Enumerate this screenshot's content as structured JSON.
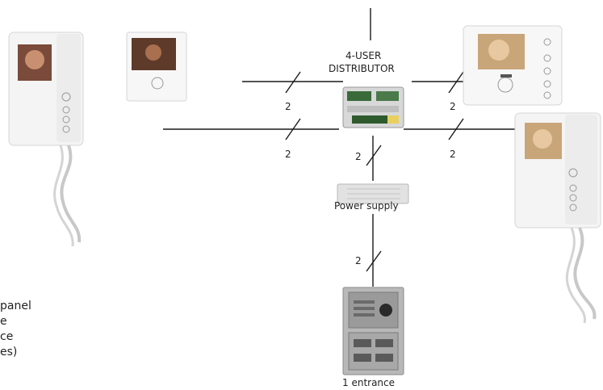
{
  "distributor": {
    "label_line1": "4-USER",
    "label_line2": "DISTRIBUTOR"
  },
  "power_supply": {
    "label": "Power supply"
  },
  "entrance_panel": {
    "label": "1 entrance"
  },
  "wire_counts": {
    "upper_left": "2",
    "lower_left": "2",
    "upper_right": "2",
    "lower_right": "2",
    "distributor_to_power": "2",
    "power_to_panel": "2"
  },
  "side_text": [
    "panel",
    "e",
    "ce",
    "es)"
  ],
  "colors": {
    "wire": "#1a1a1a",
    "device_body": "#f2f2f2",
    "screen": "#7a4a3a",
    "panel_metal": "#b8b8b8"
  }
}
